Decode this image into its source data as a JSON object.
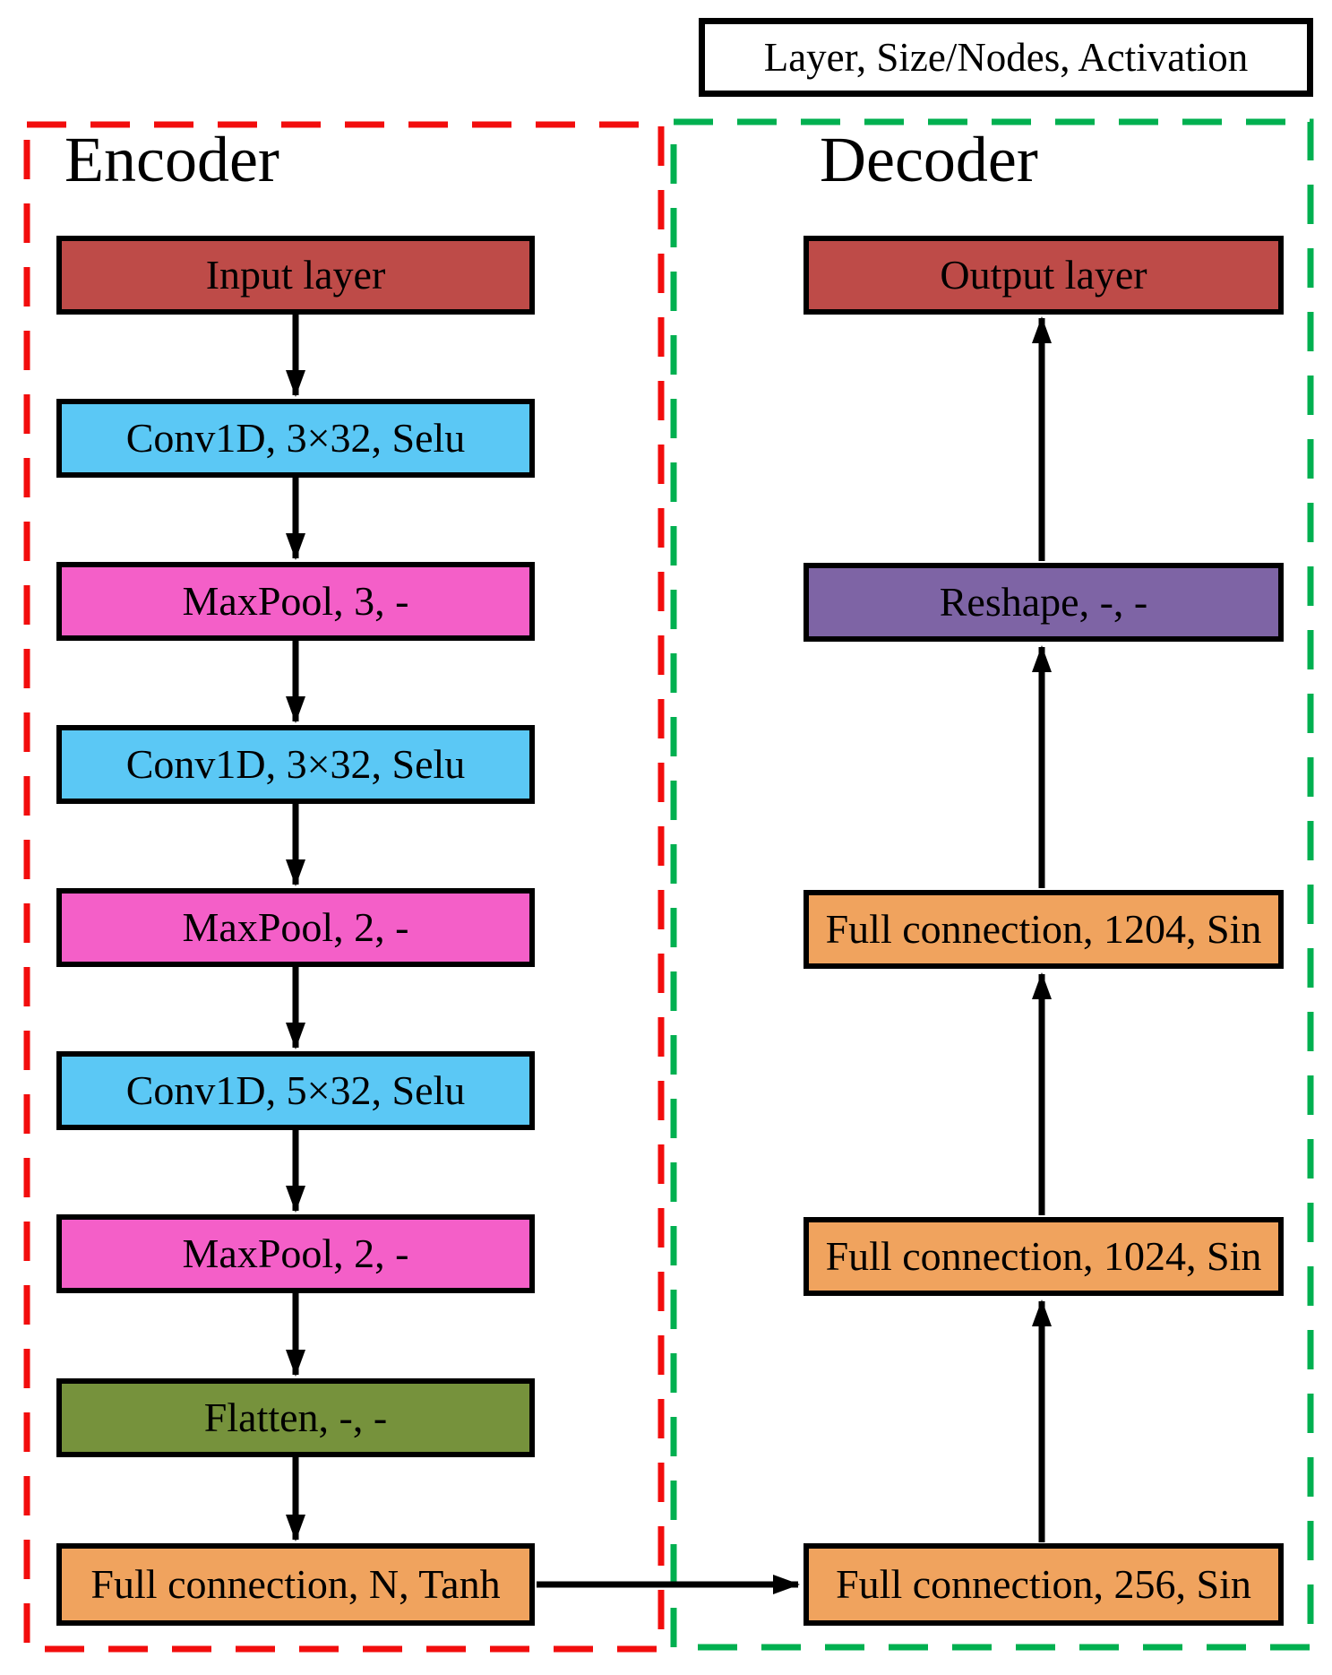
{
  "legend": {
    "label": "Layer, Size/Nodes, Activation"
  },
  "encoder": {
    "title": "Encoder",
    "layers": [
      {
        "label": "Input layer",
        "type": "input"
      },
      {
        "label": "Conv1D, 3×32, Selu",
        "type": "conv"
      },
      {
        "label": "MaxPool, 3, -",
        "type": "maxpool"
      },
      {
        "label": "Conv1D, 3×32, Selu",
        "type": "conv"
      },
      {
        "label": "MaxPool, 2, -",
        "type": "maxpool"
      },
      {
        "label": "Conv1D, 5×32, Selu",
        "type": "conv"
      },
      {
        "label": "MaxPool, 2, -",
        "type": "maxpool"
      },
      {
        "label": "Flatten, -, -",
        "type": "flatten"
      },
      {
        "label": "Full connection, N, Tanh",
        "type": "fc"
      }
    ]
  },
  "decoder": {
    "title": "Decoder",
    "layers": [
      {
        "label": "Output layer",
        "type": "output"
      },
      {
        "label": "Reshape, -, -",
        "type": "reshape"
      },
      {
        "label": "Full connection, 1204, Sin",
        "type": "fc"
      },
      {
        "label": "Full connection, 1024, Sin",
        "type": "fc"
      },
      {
        "label": "Full connection, 256, Sin",
        "type": "fc"
      }
    ]
  },
  "colors": {
    "input_output": "#BE4B48",
    "conv": "#5BC8F5",
    "maxpool": "#F45FC8",
    "flatten": "#76923C",
    "fc": "#F0A35E",
    "reshape": "#7E64A5",
    "encoder_border": "#F20D0D",
    "decoder_border": "#00B050",
    "box_border": "#000000",
    "arrow": "#000000"
  }
}
